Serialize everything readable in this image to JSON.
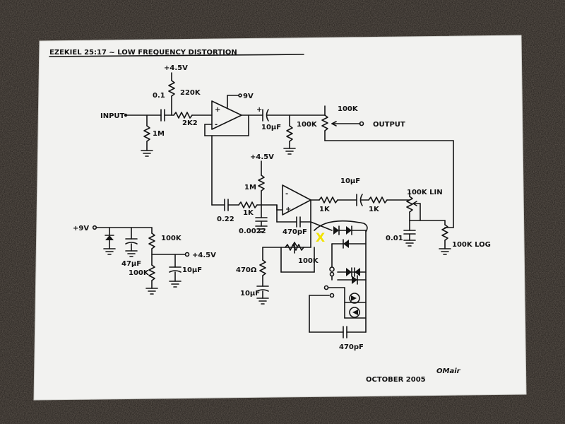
{
  "title": "EZEKIEL 25:17 ~ LOW FREQUENCY DISTORTION",
  "date": "OCTOBER 2005",
  "signature": "OMair",
  "labels": {
    "plus45_top": "+4.5V",
    "cap_01": "0.1",
    "r_220k": "220K",
    "plus9v_opamp": "9V",
    "input": "INPUT",
    "r_1m_in": "1M",
    "r_2k2": "2K2",
    "cap_10uf_out": "10µF",
    "r_100k_out": "100K",
    "pot_100k_top": "100K",
    "output": "OUTPUT",
    "plus45_mid": "+4.5V",
    "r_1m_mid": "1M",
    "cap_022": "0.22",
    "r_1k_a": "1K",
    "cap_00022": "0.0022",
    "cap_10uf_mid": "10µF",
    "r_1k_b": "1K",
    "r_1k_c": "1K",
    "pot_100k_lin": "100K LIN",
    "cap_001": "0.01",
    "pot_100k_log": "100K LOG",
    "plus9v_supply": "+9V",
    "r_100k_div_a": "100K",
    "cap_47uf": "47µF",
    "r_100k_div_b": "100K",
    "plus45_supply": "+4.5V",
    "cap_10uf_supply": "10µF",
    "cap_470pf_fb": "470pF",
    "pot_100k_fb": "100K",
    "r_470": "470Ω",
    "cap_10uf_bot": "10µF",
    "cap_470pf_bot": "470pF"
  },
  "colors": {
    "paper": "#f2f2f0",
    "ink": "#141414",
    "highlight": "#f2e300",
    "background": "#1e1a17"
  },
  "markers": {
    "highlight_mark": "X"
  }
}
